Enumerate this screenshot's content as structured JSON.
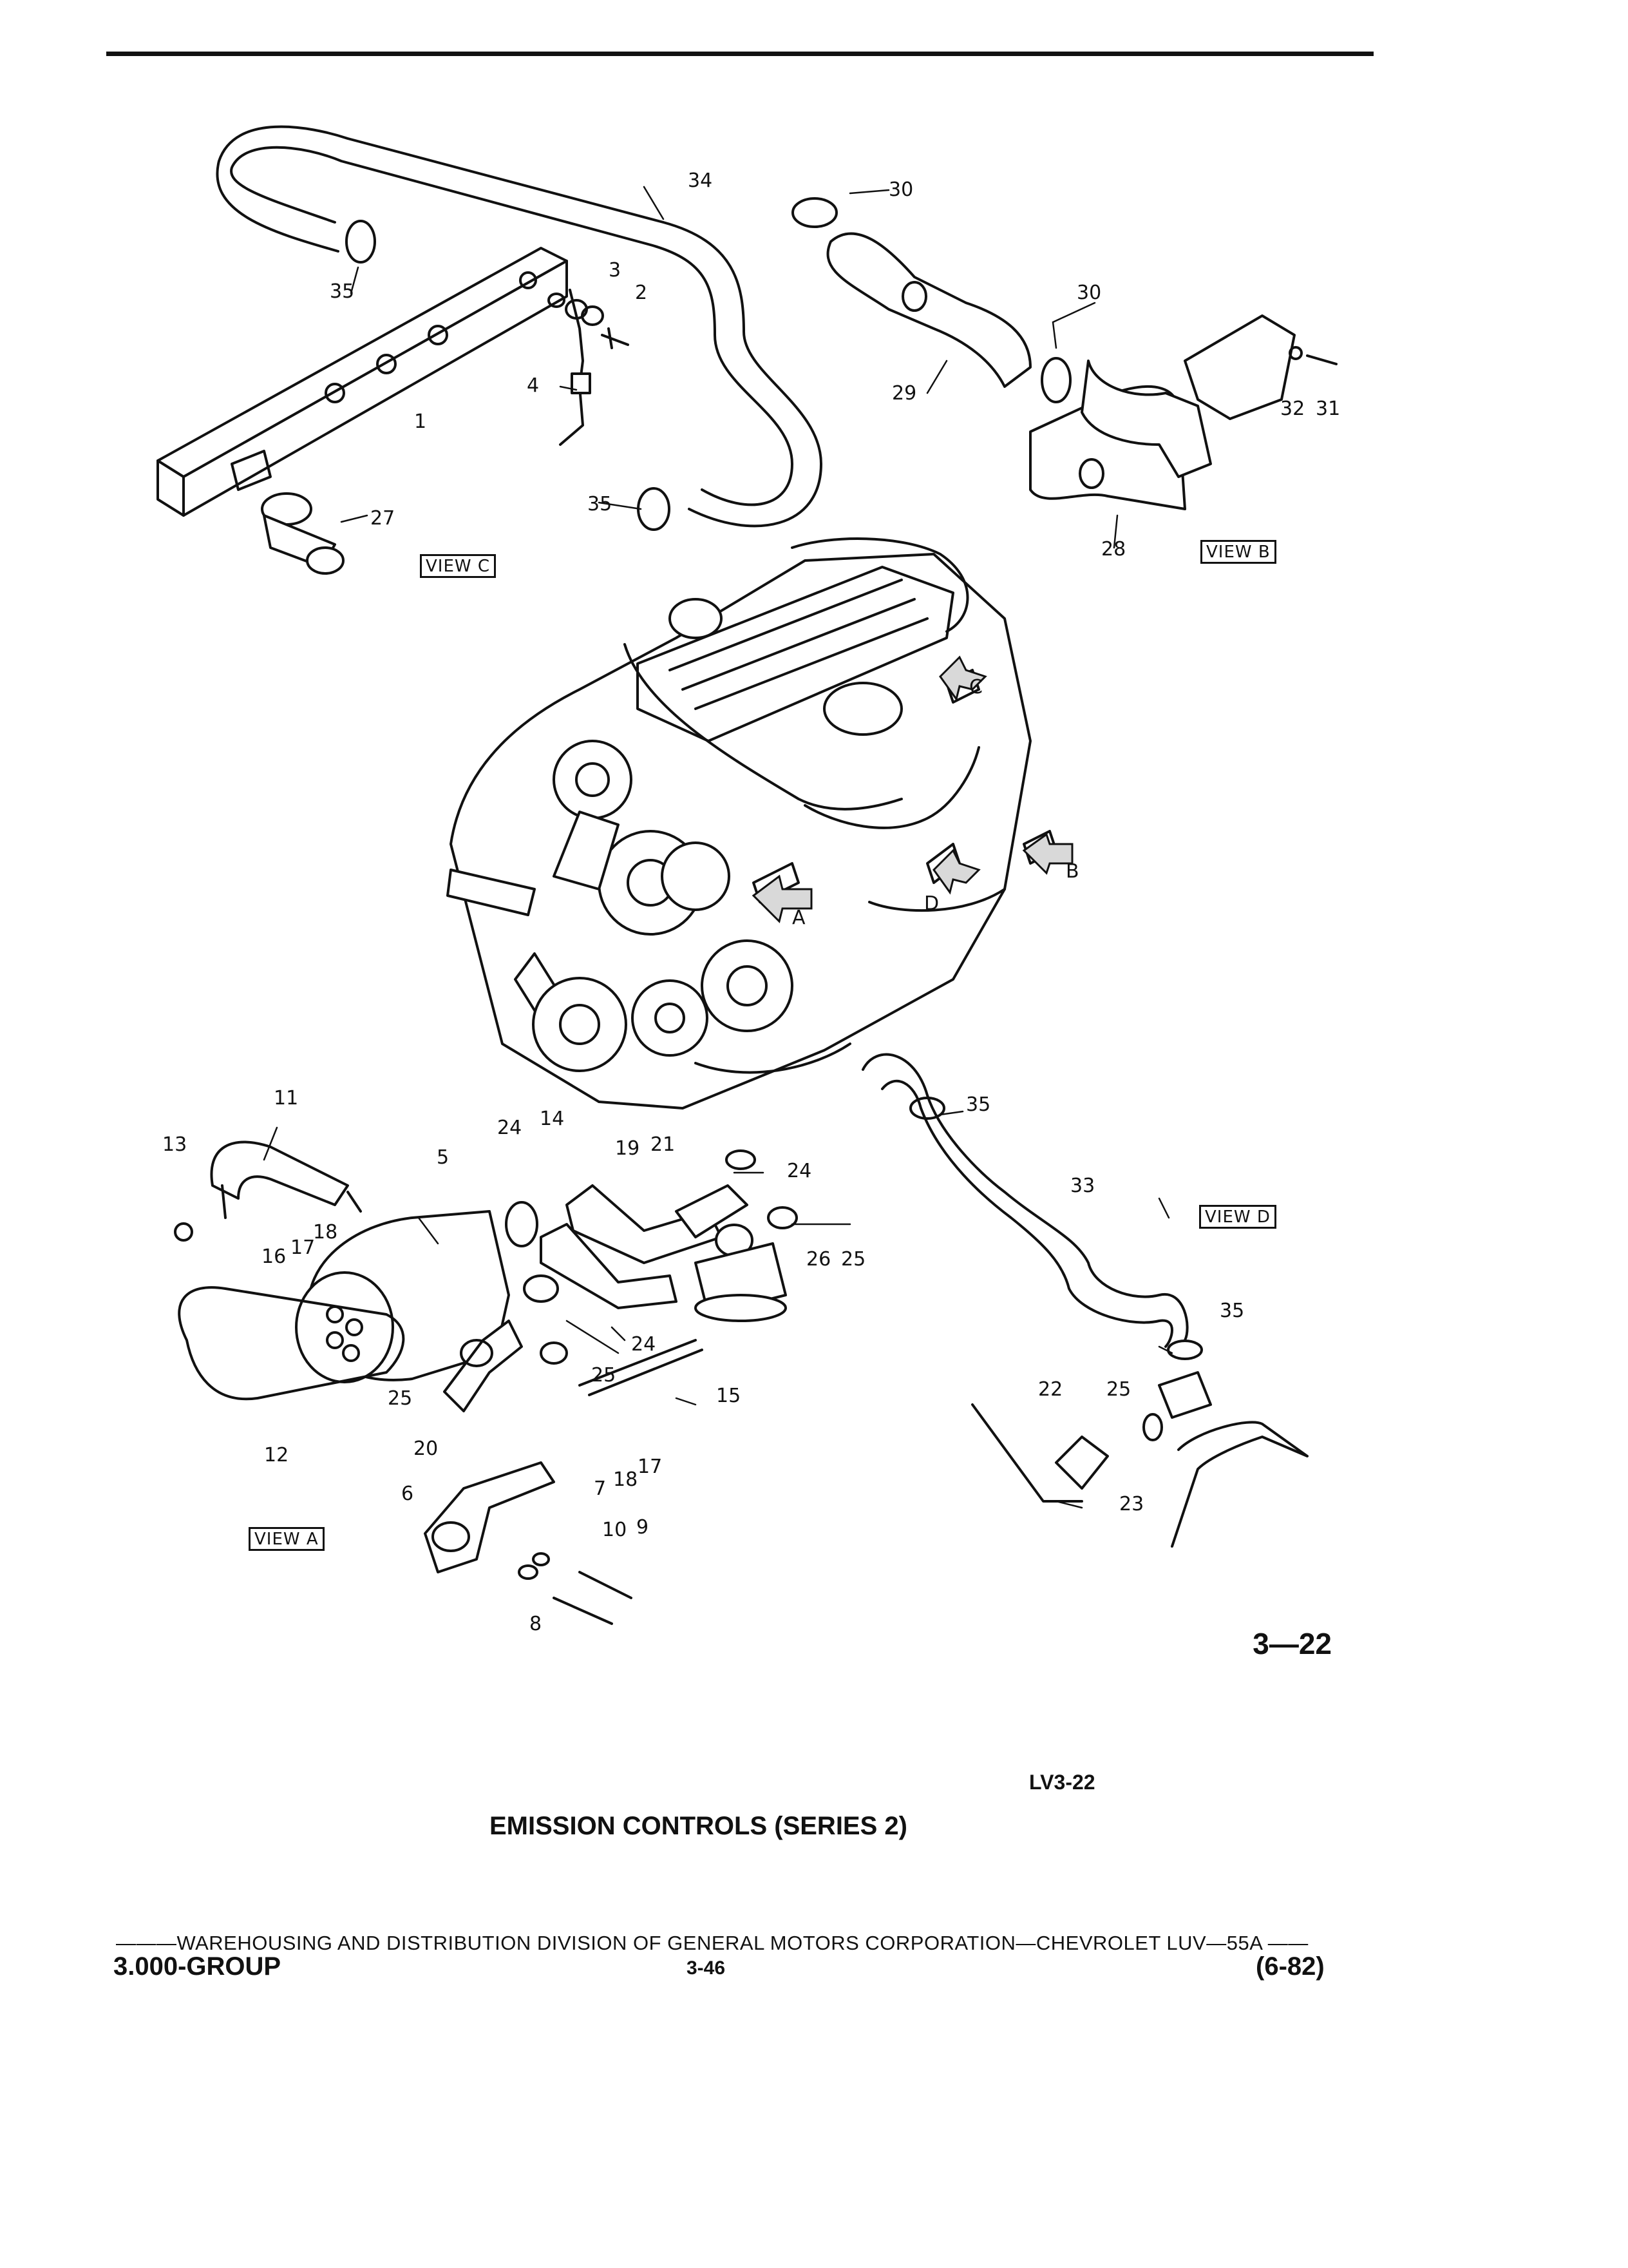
{
  "diagram": {
    "part_numbers": [
      "1",
      "2",
      "3",
      "4",
      "5",
      "6",
      "7",
      "8",
      "9",
      "10",
      "11",
      "12",
      "13",
      "14",
      "15",
      "16",
      "17",
      "18",
      "19",
      "20",
      "21",
      "22",
      "23",
      "24",
      "25",
      "26",
      "27",
      "28",
      "29",
      "30",
      "31",
      "32",
      "33",
      "34",
      "35"
    ],
    "callouts": {
      "c1": "1",
      "c2": "2",
      "c3": "3",
      "c4": "4",
      "c5": "5",
      "c6": "6",
      "c7": "7",
      "c8": "8",
      "c9": "9",
      "c10": "10",
      "c11": "11",
      "c12": "12",
      "c13": "13",
      "c14": "14",
      "c15": "15",
      "c16": "16",
      "c17a": "17",
      "c17b": "17",
      "c18a": "18",
      "c18b": "18",
      "c19": "19",
      "c20": "20",
      "c21": "21",
      "c22": "22",
      "c23": "23",
      "c24a": "24",
      "c24b": "24",
      "c24c": "24",
      "c25a": "25",
      "c25b": "25",
      "c25c": "25",
      "c25d": "25",
      "c26": "26",
      "c27": "27",
      "c28": "28",
      "c29": "29",
      "c30a": "30",
      "c30b": "30",
      "c31": "31",
      "c32": "32",
      "c33": "33",
      "c34": "34",
      "c35a": "35",
      "c35b": "35",
      "c35c": "35",
      "c35d": "35"
    },
    "arrow_letters": {
      "a": "A",
      "b": "B",
      "c": "C",
      "d": "D"
    },
    "views": {
      "a": "VIEW A",
      "b": "VIEW B",
      "c": "VIEW C",
      "d": "VIEW D"
    },
    "figure_number": "3—22"
  },
  "figure_code": "LV3-22",
  "figure_title": "EMISSION CONTROLS (SERIES 2)",
  "footer": {
    "line": "———WAREHOUSING AND DISTRIBUTION  DIVISION OF GENERAL MOTORS CORPORATION—CHEVROLET LUV—55A  ——",
    "group": "3.000-GROUP",
    "page": "3-46",
    "date": "(6-82)"
  },
  "colors": {
    "ink": "#111111",
    "paper": "#ffffff"
  }
}
